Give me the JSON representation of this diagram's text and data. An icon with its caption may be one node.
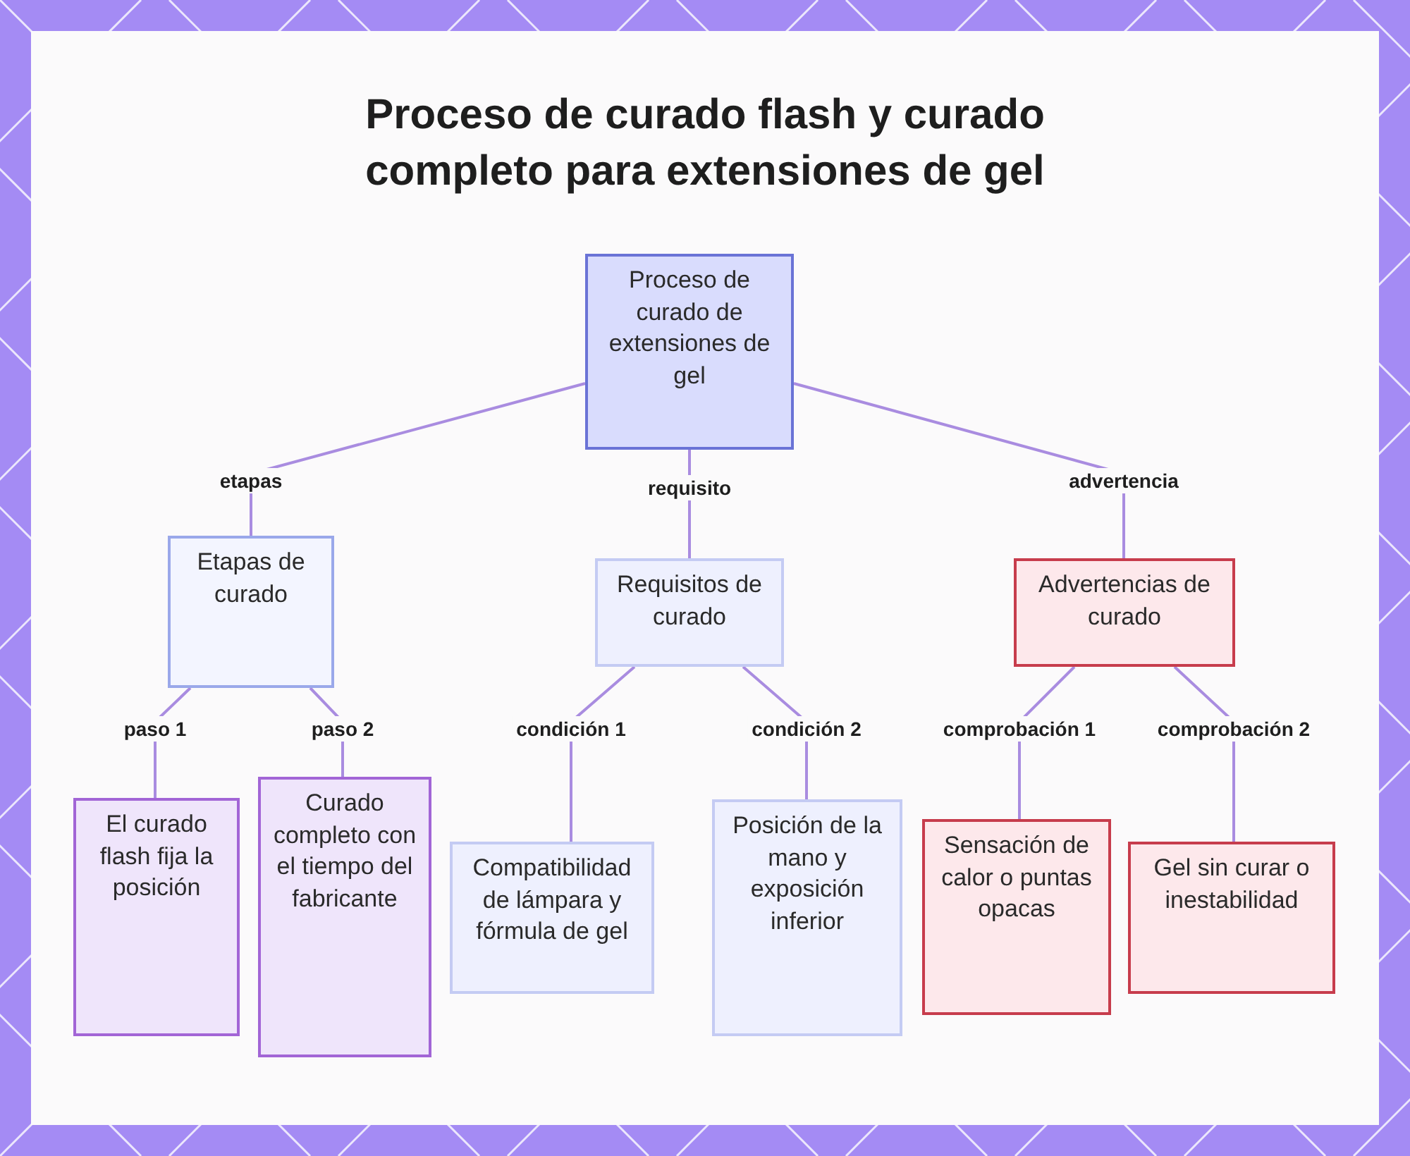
{
  "diagram": {
    "title": "Proceso de curado flash y curado completo para extensiones de gel",
    "nodes": [
      {
        "text": [
          "Proceso de curado de extensiones de gel"
        ]
      },
      {
        "text": [
          "Etapas de curado"
        ]
      },
      {
        "text": [
          "Requisitos de curado"
        ]
      },
      {
        "text": [
          "Advertencias de curado"
        ]
      },
      {
        "text": [
          "El curado flash fija la posición"
        ]
      },
      {
        "text": [
          "Curado completo con el tiempo del fabricante"
        ]
      },
      {
        "text": [
          "Compatibilidad de lámpara y fórmula de gel"
        ]
      },
      {
        "text": [
          "Posición de la mano y exposición inferior"
        ]
      },
      {
        "text": [
          "Sensación de calor o puntas opacas"
        ]
      },
      {
        "text": [
          "Gel sin curar o inestabilidad"
        ]
      }
    ],
    "edges": [
      {
        "from": 0,
        "to": 1,
        "arrow": "none",
        "label": "etapas"
      },
      {
        "from": 0,
        "to": 2,
        "arrow": "none",
        "label": "requisito"
      },
      {
        "from": 0,
        "to": 3,
        "arrow": "none",
        "label": "advertencia"
      },
      {
        "from": 1,
        "to": 4,
        "arrow": "none",
        "label": "paso 1"
      },
      {
        "from": 1,
        "to": 5,
        "arrow": "none",
        "label": "paso 2"
      },
      {
        "from": 2,
        "to": 6,
        "arrow": "none",
        "label": "condición 1"
      },
      {
        "from": 2,
        "to": 7,
        "arrow": "none",
        "label": "condición 2"
      },
      {
        "from": 3,
        "to": 8,
        "arrow": "none",
        "label": "comprobación 1"
      },
      {
        "from": 3,
        "to": 9,
        "arrow": "none",
        "label": "comprobación 2"
      }
    ]
  }
}
